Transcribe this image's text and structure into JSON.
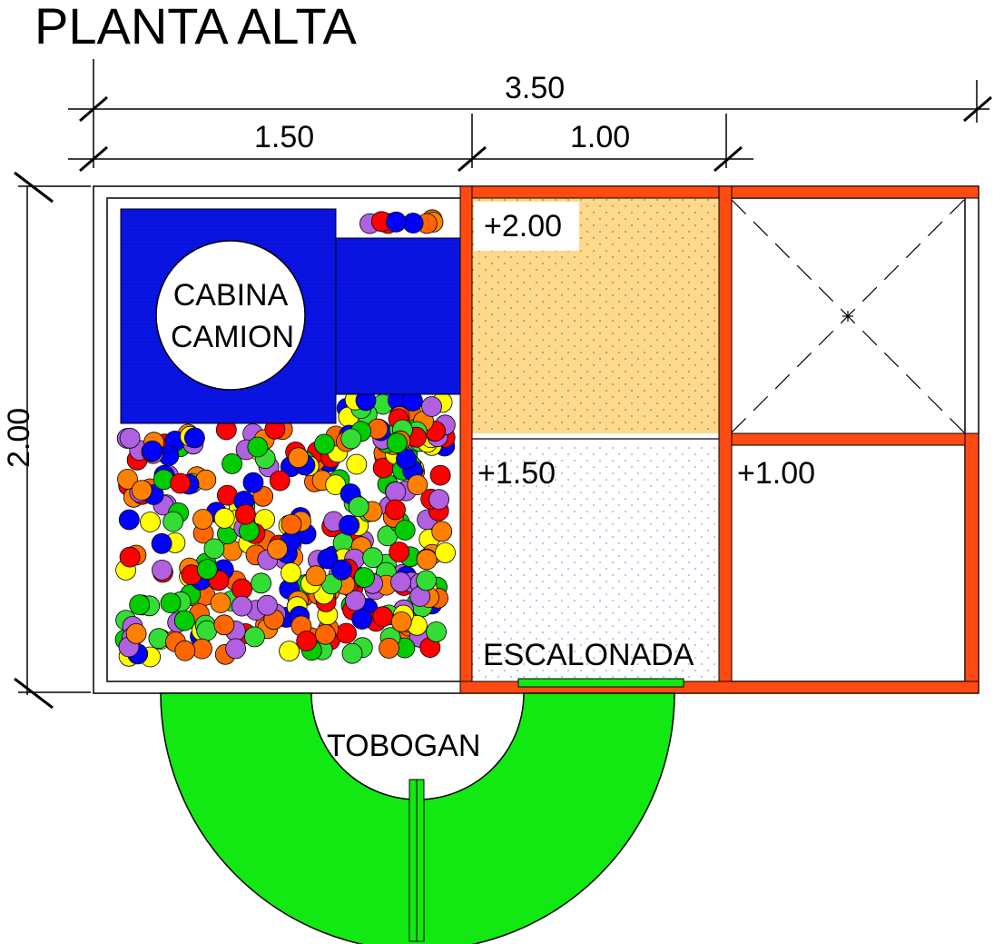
{
  "title": "PLANTA ALTA",
  "dimensions": {
    "overall_width": "3.50",
    "left_width": "1.50",
    "middle_width": "1.00",
    "depth": "2.00"
  },
  "zones": {
    "cabin": {
      "line1": "CABINA",
      "line2": "CAMION"
    },
    "level_high": "+2.00",
    "level_mid": "+1.50",
    "level_low": "+1.00",
    "stairs": "ESCALONADA",
    "slide": "TOBOGAN"
  },
  "colors": {
    "wall": "#ff4a12",
    "cabin": "#0a14e6",
    "slide": "#12e812",
    "platform_high": "#fcd98b",
    "ball_palette": [
      "#ff0000",
      "#ffff00",
      "#00cc00",
      "#0000ff",
      "#ff8000",
      "#b060e0",
      "#33dd33",
      "#ff6600"
    ]
  }
}
